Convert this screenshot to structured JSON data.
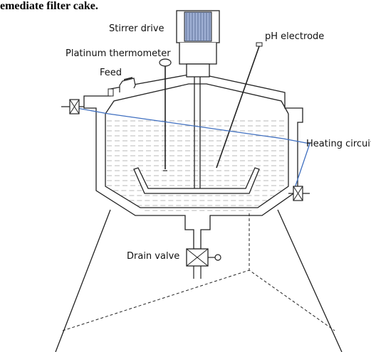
{
  "header_fragment": "emediate filter cake.",
  "labels": {
    "stirrer_drive": "Stirrer drive",
    "ph_electrode": "pH electrode",
    "platinum_thermometer": "Platinum thermometer",
    "feed": "Feed",
    "heating_circuit": "Heating circuit",
    "drain_valve": "Drain valve"
  },
  "colors": {
    "heating_line": "#3f6fc0",
    "motor_fill": "#9fb0d4",
    "outline": "#222222"
  }
}
